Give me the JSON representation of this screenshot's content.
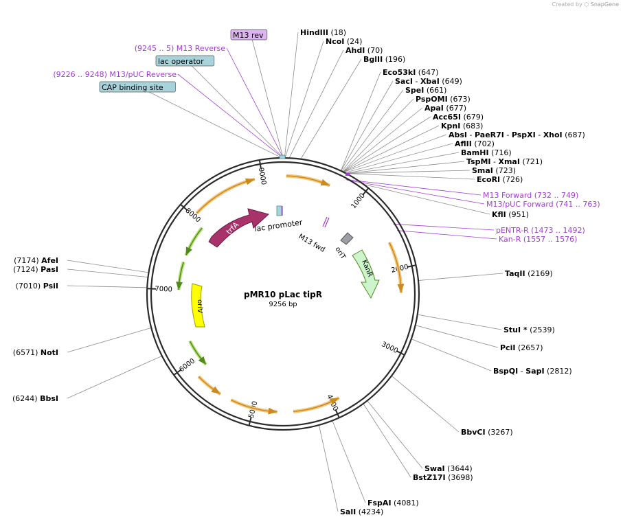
{
  "credit": {
    "prefix": "Created by",
    "brand": "SnapGene"
  },
  "plasmid": {
    "name": "pMR10 pLac tipR",
    "length": 9256,
    "length_label": "9256 bp"
  },
  "colors": {
    "backbone": "#2a2a2a",
    "feature_arrow_orange": "#f3c77d",
    "feature_arrow_orange_stroke": "#c98a1e",
    "feature_arrow_green": "#b8e07a",
    "feature_arrow_green_stroke": "#4f8a1a",
    "primer": "#a03ccf",
    "trfA": "#a8336b",
    "oriV": "#ffff00",
    "KanR": "#ccf5cc",
    "oriT": "#9a9ea5",
    "box_fill": "#a9d3da",
    "box_rev_fill": "#dcb4f0"
  },
  "ticks": [
    {
      "bp": 1000,
      "label": "1000"
    },
    {
      "bp": 2000,
      "label": "2000"
    },
    {
      "bp": 3000,
      "label": "3000"
    },
    {
      "bp": 4000,
      "label": "4000"
    },
    {
      "bp": 5000,
      "label": "5000"
    },
    {
      "bp": 6000,
      "label": "6000"
    },
    {
      "bp": 7000,
      "label": "7000"
    },
    {
      "bp": 8000,
      "label": "8000"
    },
    {
      "bp": 9000,
      "label": "9000"
    }
  ],
  "enzymes_right": [
    {
      "parts": [
        "HindIII"
      ],
      "pos": "(18)",
      "bp": 18
    },
    {
      "parts": [
        "NcoI"
      ],
      "pos": "(24)",
      "bp": 24
    },
    {
      "parts": [
        "AhdI"
      ],
      "pos": "(70)",
      "bp": 70
    },
    {
      "parts": [
        "BglII"
      ],
      "pos": "(196)",
      "bp": 196
    },
    {
      "parts": [
        "Eco53kI"
      ],
      "pos": "(647)",
      "bp": 647
    },
    {
      "parts": [
        "SacI",
        "XbaI"
      ],
      "pos": "(649)",
      "bp": 649
    },
    {
      "parts": [
        "SpeI"
      ],
      "pos": "(661)",
      "bp": 661
    },
    {
      "parts": [
        "PspOMI"
      ],
      "pos": "(673)",
      "bp": 673
    },
    {
      "parts": [
        "ApaI"
      ],
      "pos": "(677)",
      "bp": 677
    },
    {
      "parts": [
        "Acc65I"
      ],
      "pos": "(679)",
      "bp": 679
    },
    {
      "parts": [
        "KpnI"
      ],
      "pos": "(683)",
      "bp": 683
    },
    {
      "parts": [
        "AbsI",
        "PaeR7I",
        "PspXI",
        "XhoI"
      ],
      "pos": "(687)",
      "bp": 687
    },
    {
      "parts": [
        "AflII"
      ],
      "pos": "(702)",
      "bp": 702
    },
    {
      "parts": [
        "BamHI"
      ],
      "pos": "(716)",
      "bp": 716
    },
    {
      "parts": [
        "TspMI",
        "XmaI"
      ],
      "pos": "(721)",
      "bp": 721
    },
    {
      "parts": [
        "SmaI"
      ],
      "pos": "(723)",
      "bp": 723
    },
    {
      "parts": [
        "EcoRI"
      ],
      "pos": "(726)",
      "bp": 726
    },
    {
      "parts": [
        "KflI"
      ],
      "pos": "(951)",
      "bp": 951
    },
    {
      "parts": [
        "TaqII"
      ],
      "pos": "(2169)",
      "bp": 2169
    },
    {
      "parts": [
        "StuI *"
      ],
      "pos": "(2539)",
      "bp": 2539
    },
    {
      "parts": [
        "PciI"
      ],
      "pos": "(2657)",
      "bp": 2657
    },
    {
      "parts": [
        "BspQI",
        "SapI"
      ],
      "pos": "(2812)",
      "bp": 2812
    },
    {
      "parts": [
        "BbvCI"
      ],
      "pos": "(3267)",
      "bp": 3267
    },
    {
      "parts": [
        "SwaI"
      ],
      "pos": "(3644)",
      "bp": 3644
    },
    {
      "parts": [
        "BstZ17I"
      ],
      "pos": "(3698)",
      "bp": 3698
    },
    {
      "parts": [
        "FspAI"
      ],
      "pos": "(4081)",
      "bp": 4081
    },
    {
      "parts": [
        "SalI"
      ],
      "pos": "(4234)",
      "bp": 4234
    }
  ],
  "enzymes_left": [
    {
      "name": "AfeI",
      "pos": "(7174)",
      "bp": 7174
    },
    {
      "name": "PasI",
      "pos": "(7124)",
      "bp": 7124
    },
    {
      "name": "PsiI",
      "pos": "(7010)",
      "bp": 7010
    },
    {
      "name": "NotI",
      "pos": "(6571)",
      "bp": 6571
    },
    {
      "name": "BbsI",
      "pos": "(6244)",
      "bp": 6244
    }
  ],
  "primers_right": [
    {
      "name": "M13 Forward",
      "pos": "(732 .. 749)",
      "bp": 740
    },
    {
      "name": "M13/pUC Forward",
      "pos": "(741 .. 763)",
      "bp": 752
    },
    {
      "name": "pENTR-R",
      "pos": "(1473 .. 1492)",
      "bp": 1482
    },
    {
      "name": "Kan-R",
      "pos": "(1557 .. 1576)",
      "bp": 1566
    }
  ],
  "labels_top_left": [
    {
      "kind": "box_rev",
      "text": "M13 rev",
      "bp": 9254
    },
    {
      "kind": "primer",
      "text": "(9245 .. 5)  M13 Reverse",
      "bp": 9252
    },
    {
      "kind": "box",
      "text": "lac operator",
      "bp": 9246
    },
    {
      "kind": "primer",
      "text": "(9226 .. 9248)  M13/pUC Reverse",
      "bp": 9238
    },
    {
      "kind": "box",
      "text": "CAP binding site",
      "bp": 9215
    }
  ],
  "features": [
    {
      "name": "lac promoter",
      "bp": 9180
    },
    {
      "name": "M13 fwd",
      "bp": 8700
    },
    {
      "name": "oriT",
      "bp": 8500
    },
    {
      "name": "trfA",
      "bp": 8400
    },
    {
      "name": "KanR",
      "bp": 1900
    },
    {
      "name": "oriV",
      "bp": 7000
    }
  ]
}
